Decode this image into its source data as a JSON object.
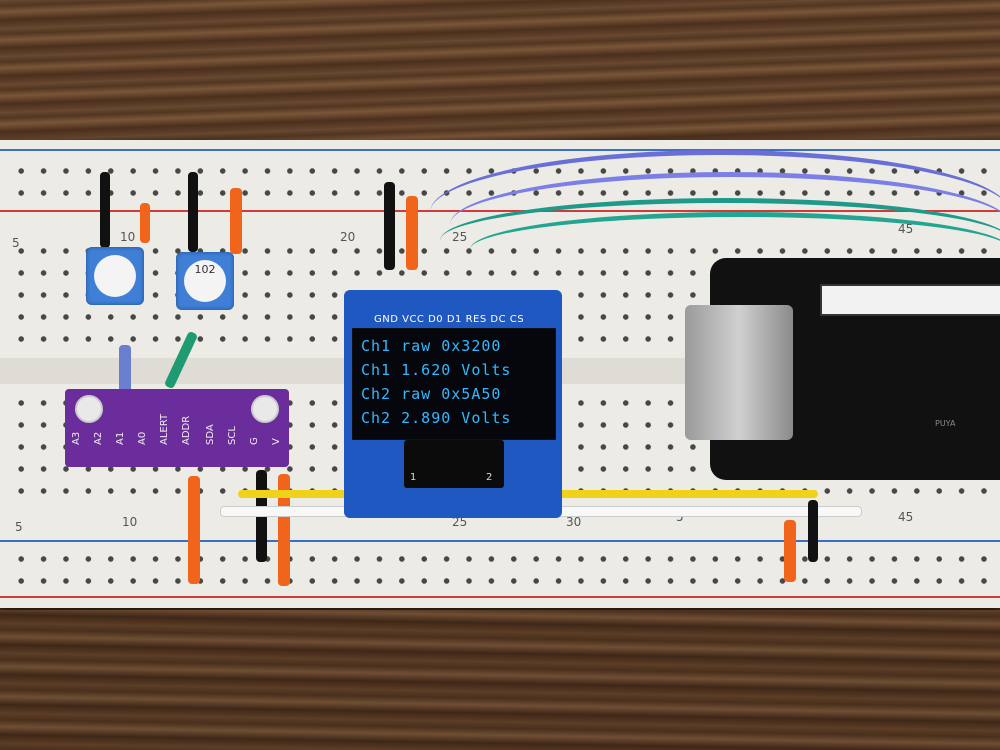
{
  "oled": {
    "pin_labels": "GND VCC D0 D1 RES DC CS",
    "lines": [
      "Ch1 raw 0x3200",
      "Ch1 1.620 Volts",
      "Ch2 raw 0x5A50",
      "Ch2 2.890 Volts"
    ],
    "flex_marks": [
      "1",
      "2"
    ]
  },
  "adc_module": {
    "pins": [
      "A3",
      "A2",
      "A1",
      "A0",
      "ALERT",
      "ADDR",
      "SDA",
      "SCL",
      "G",
      "V"
    ]
  },
  "potentiometers": [
    {
      "marking": ""
    },
    {
      "marking": "102"
    }
  ],
  "breadboard": {
    "column_numbers_top": [
      "5",
      "10",
      "20",
      "25",
      "45"
    ],
    "column_numbers_bottom": [
      "5",
      "10",
      "25",
      "30",
      "5",
      "45"
    ]
  },
  "dev_board": {
    "chip_marking": "PUYA"
  },
  "colors": {
    "oled_text": "#35b8ff",
    "adc_board": "#6c2d9c",
    "oled_board": "#1e58c0",
    "wire_orange": "#f0641c"
  }
}
